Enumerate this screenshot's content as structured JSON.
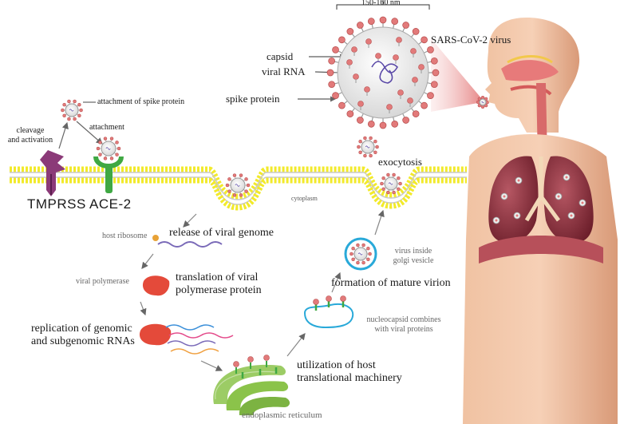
{
  "virus": {
    "size_label": "150-160 nm",
    "name": "SARS-CoV-2 virus",
    "capsid": "capsid",
    "rna": "viral RNA",
    "spike": "spike protein"
  },
  "membrane": {
    "cytoplasm": "cytoplasm",
    "tmprss": "TMPRSS",
    "ace2": "ACE-2"
  },
  "steps": {
    "attach_spike": "attachment of spike protein",
    "cleavage_1": "cleavage",
    "cleavage_2": "and activation",
    "attachment": "attachment",
    "exocytosis": "exocytosis",
    "host_ribosome": "host ribosome",
    "release": "release of viral genome",
    "viral_polymerase": "viral polymerase",
    "translation_1": "translation of viral",
    "translation_2": "polymerase protein",
    "replication_1": "replication of genomic",
    "replication_2": "and subgenomic RNAs",
    "utilization_1": "utilization of host",
    "utilization_2": "translational machinery",
    "er": "endoplasmic reticulum",
    "nucleocapsid_1": "nucleocapsid combines",
    "nucleocapsid_2": "with viral proteins",
    "mature": "formation of mature virion",
    "golgi_1": "virus inside",
    "golgi_2": "golgi vesicle"
  },
  "colors": {
    "membrane_head": "#f2ea2b",
    "virus_body": "#ececec",
    "spike": "#e27a7a",
    "rna": "#5b4aa8",
    "tmprss": "#8b3a78",
    "ace2": "#3fa843",
    "ribosome": "#e8a237",
    "polymerase": "#e44a3a",
    "er": "#8bc34a",
    "vesicle": "#29a9d9",
    "lung": "#8c2f3a",
    "skin": "#e8b08d"
  }
}
